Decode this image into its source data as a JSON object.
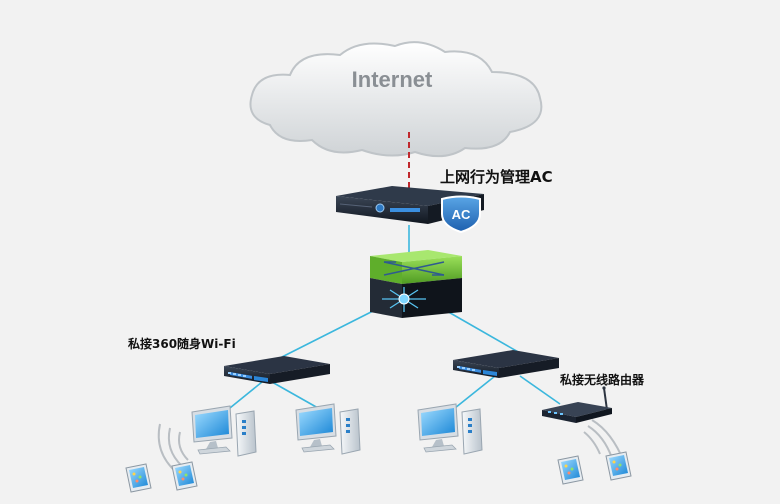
{
  "cloud": {
    "label": "Internet"
  },
  "devices": {
    "ac_gateway": {
      "label": "上网行为管理AC",
      "badge": "AC"
    },
    "wifi_dongle": {
      "label": "私接360随身Wi-Fi"
    },
    "wireless_router": {
      "label": "私接无线路由器"
    }
  },
  "colors": {
    "wan_link": "#c0282d",
    "lan_link": "#3bb7dd",
    "switch_green": "#7ccc3c",
    "device_dark": "#1c2431",
    "monitor_blue": "#2aa3e6"
  }
}
